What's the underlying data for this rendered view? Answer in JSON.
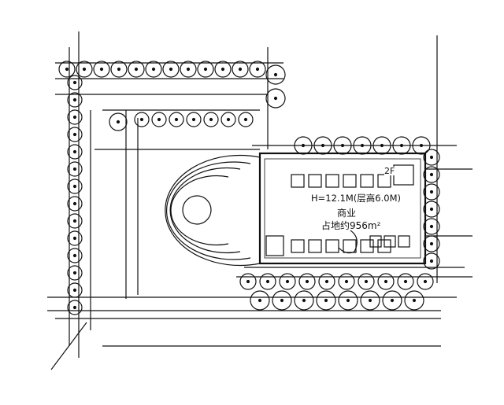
{
  "plan": {
    "floor_label": "2F",
    "height_note": "H=12.1M(层高6.0M)",
    "use": "商业",
    "area": "占地约956m²"
  }
}
